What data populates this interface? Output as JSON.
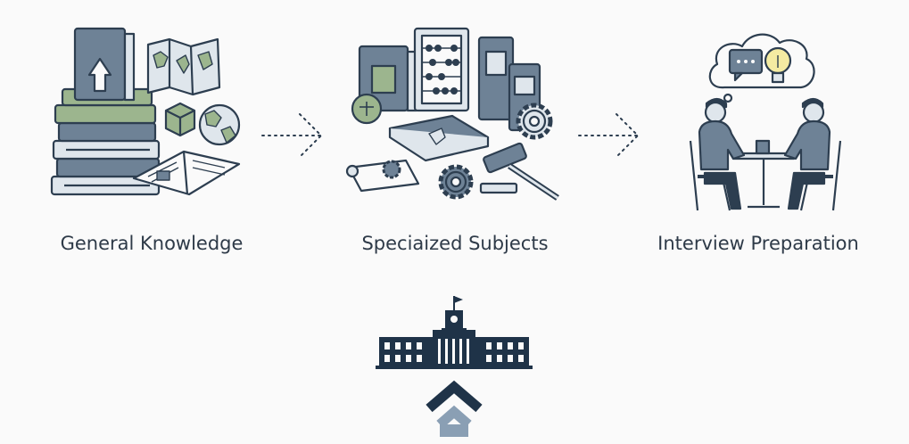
{
  "steps": [
    {
      "label": "General Knowledge",
      "icon": "books-globe-map-icon"
    },
    {
      "label": "Speciaized Subjects",
      "icon": "subject-books-abacus-gavel-icon"
    },
    {
      "label": "Interview Preparation",
      "icon": "interview-conversation-icon"
    }
  ],
  "goal": {
    "icon": "government-building-icon"
  },
  "colors": {
    "ink": "#2d3e50",
    "slate": "#6e8296",
    "sage": "#9cb58e",
    "light": "#dfe6ec",
    "idea": "#f4eba2",
    "navy": "#1f3348",
    "chevron_light": "#8a9fb4"
  }
}
